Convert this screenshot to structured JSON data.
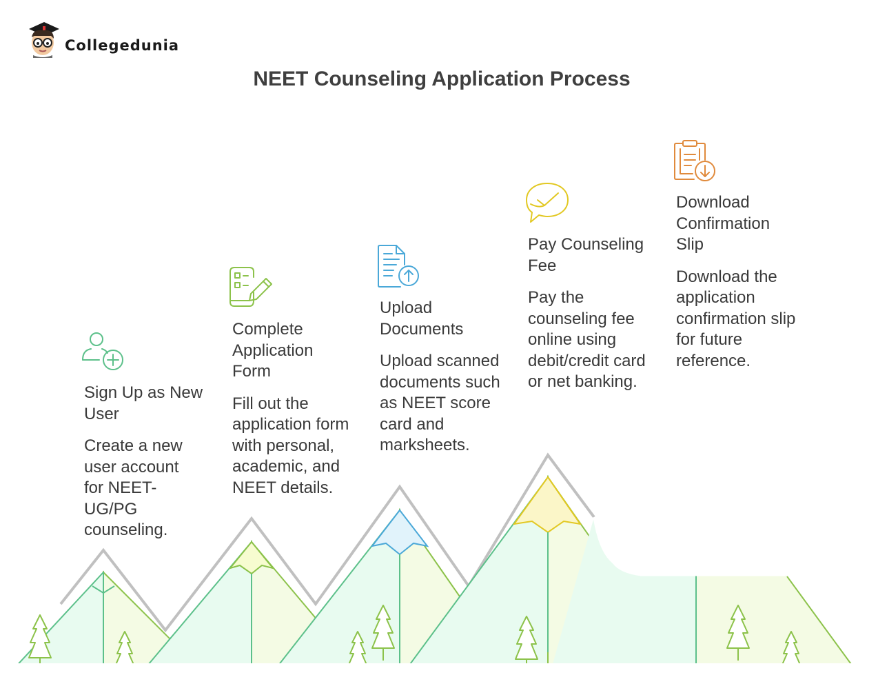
{
  "brand": {
    "name": "Collegedunia",
    "logo_icon": "student-mascot-icon"
  },
  "title": "NEET Counseling Application Process",
  "steps": [
    {
      "title": "Sign Up as New User",
      "description": "Create a new user account for NEET-UG/PG counseling.",
      "icon": "user-add-icon",
      "color": "#5cc08a"
    },
    {
      "title": "Complete Application Form",
      "description": "Fill out the application form with personal, academic, and NEET details.",
      "icon": "form-edit-icon",
      "color": "#8cc24a"
    },
    {
      "title": "Upload Documents",
      "description": "Upload scanned documents such as NEET score card and marksheets.",
      "icon": "document-upload-icon",
      "color": "#4aa8d8"
    },
    {
      "title": "Pay Counseling Fee",
      "description": "Pay the counseling fee online using debit/credit card or net banking.",
      "icon": "chat-check-icon",
      "color": "#e2c822"
    },
    {
      "title": "Download Confirmation Slip",
      "description": "Download the application confirmation slip for future reference.",
      "icon": "clipboard-download-icon",
      "color": "#e08a3c"
    }
  ]
}
